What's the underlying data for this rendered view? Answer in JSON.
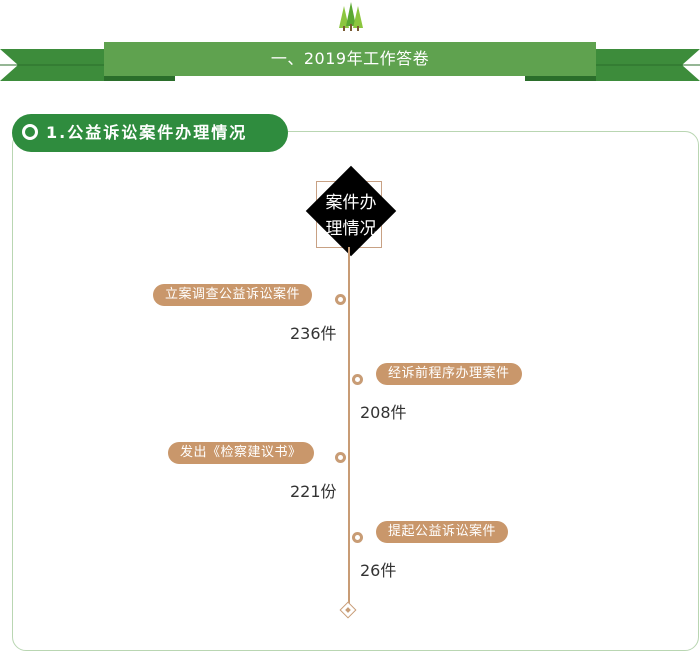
{
  "banner": {
    "title": "一、2019年工作答卷"
  },
  "section": {
    "title": "1.公益诉讼案件办理情况"
  },
  "diagram": {
    "header": "案件办理情况",
    "header_lines": [
      "案件办",
      "理情况"
    ],
    "items": [
      {
        "label": "立案调查公益诉讼案件",
        "value": "236件",
        "side": "left"
      },
      {
        "label": "经诉前程序办理案件",
        "value": "208件",
        "side": "right"
      },
      {
        "label": "发出《检察建议书》",
        "value": "221份",
        "side": "left"
      },
      {
        "label": "提起公益诉讼案件",
        "value": "26件",
        "side": "right"
      }
    ]
  },
  "colors": {
    "green": "#2f8c3e",
    "tan": "#c9976b",
    "line": "#c89c75"
  },
  "icons": {
    "top": "pine-trees-icon"
  }
}
